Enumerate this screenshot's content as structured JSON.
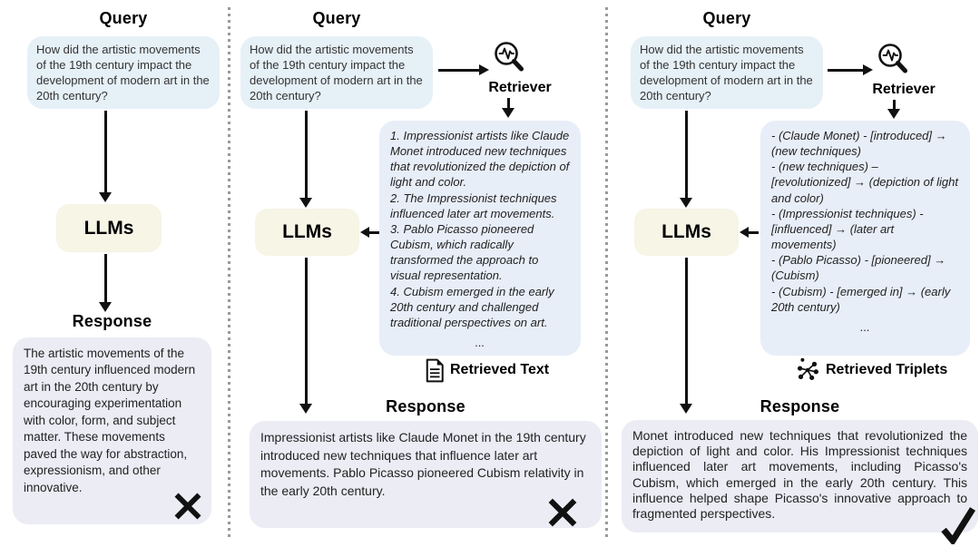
{
  "labels": {
    "query": "Query",
    "llms": "LLMs",
    "response": "Response",
    "retriever": "Retriever",
    "ellipsis": "..."
  },
  "query_text": "How did the artistic movements of the 19th century impact the development of modern art in the 20th century?",
  "panels": {
    "llm_only": {
      "response": "The artistic movements of the 19th century influenced modern art in the 20th century by encouraging experimentation with color, form, and subject matter. These movements paved the way for abstraction, expressionism, and other innovative."
    },
    "text_rag": {
      "retrieved_title": "Retrieved Text",
      "retrieved_items": [
        "1. Impressionist artists like Claude Monet introduced new techniques that revolutionized the depiction of light and color.",
        "2. The Impressionist techniques influenced later art movements.",
        "3. Pablo Picasso pioneered Cubism, which radically transformed the approach to visual representation.",
        "4. Cubism emerged in the early 20th century and challenged traditional perspectives on art."
      ],
      "response": "Impressionist artists like Claude Monet in the 19th century introduced new techniques that influence later art movements. Pablo Picasso pioneered Cubism relativity in the early 20th century."
    },
    "triplet_rag": {
      "retrieved_title": "Retrieved Triplets",
      "retrieved_items": [
        "- (Claude Monet) - [introduced] → (new techniques)",
        "- (new techniques) – [revolutionized] → (depiction of light and color)",
        "- (Impressionist techniques) - [influenced] → (later art movements)",
        "- (Pablo Picasso) - [pioneered] → (Cubism)",
        "- (Cubism) - [emerged in] → (early 20th century)"
      ],
      "response": "Monet introduced new techniques that revolutionized the depiction of light and color. His Impressionist techniques influenced later art movements, including Picasso's Cubism, which emerged in the early 20th century. This influence helped shape Picasso's innovative approach to fragmented perspectives."
    }
  },
  "icons": {
    "retriever": "magnifier-pulse-icon",
    "text_rag_source": "document-icon",
    "triplet_rag_source": "knowledge-graph-icon",
    "llm_only_verdict": "cross-icon",
    "text_rag_verdict": "cross-icon",
    "triplet_rag_verdict": "check-icon"
  },
  "colors": {
    "query_bubble": "#e6f0f7",
    "retrieved_bubble": "#e8eef8",
    "response_bubble": "#ebecf4",
    "llm_box": "#f6f5e6",
    "line": "#111111",
    "divider": "#9a9a9a"
  }
}
